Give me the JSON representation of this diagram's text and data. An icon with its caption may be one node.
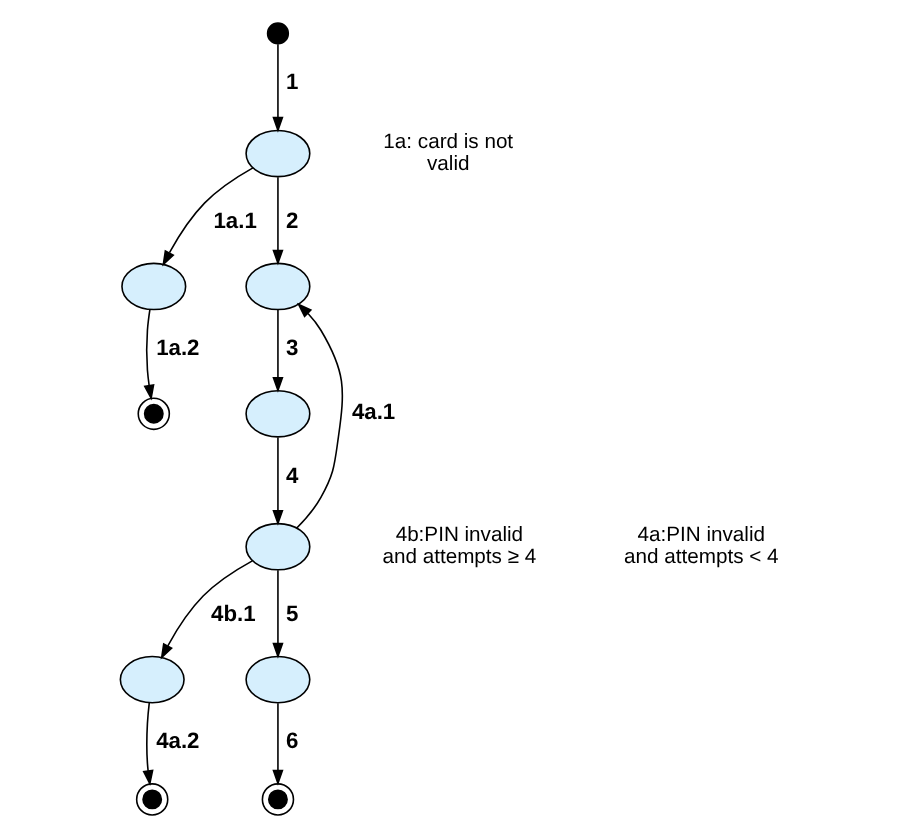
{
  "diagram": {
    "nodes": [
      {
        "text": [],
        "shape": "dot"
      },
      {
        "text": [],
        "shape": "ellipse"
      },
      {
        "text": [],
        "shape": "ellipse"
      },
      {
        "text": [],
        "shape": "ellipse"
      },
      {
        "text": [],
        "shape": "bullseye"
      },
      {
        "text": [],
        "shape": "ellipse"
      },
      {
        "text": [],
        "shape": "ellipse"
      },
      {
        "text": [],
        "shape": "ellipse"
      },
      {
        "text": [],
        "shape": "ellipse"
      },
      {
        "text": [],
        "shape": "bullseye"
      },
      {
        "text": [],
        "shape": "bullseye"
      }
    ],
    "edges": [
      {
        "from": 0,
        "to": 1,
        "arrow": "to",
        "label": "1"
      },
      {
        "from": 1,
        "to": 2,
        "arrow": "to",
        "label": "1a.1"
      },
      {
        "from": 1,
        "to": 3,
        "arrow": "to",
        "label": "2"
      },
      {
        "from": 2,
        "to": 4,
        "arrow": "to",
        "label": "1a.2"
      },
      {
        "from": 3,
        "to": 5,
        "arrow": "to",
        "label": "3"
      },
      {
        "from": 5,
        "to": 6,
        "arrow": "to",
        "label": "4"
      },
      {
        "from": 6,
        "to": 3,
        "arrow": "to",
        "label": "4a.1"
      },
      {
        "from": 6,
        "to": 7,
        "arrow": "to",
        "label": "4b.1"
      },
      {
        "from": 6,
        "to": 8,
        "arrow": "to",
        "label": "5"
      },
      {
        "from": 7,
        "to": 9,
        "arrow": "to",
        "label": "4a.2"
      },
      {
        "from": 8,
        "to": 10,
        "arrow": "to",
        "label": "6"
      }
    ],
    "labels": [
      "1a: card is not valid",
      "4b:PIN invalid and attempts ≥ 4",
      "4a:PIN invalid and attempts < 4"
    ]
  }
}
